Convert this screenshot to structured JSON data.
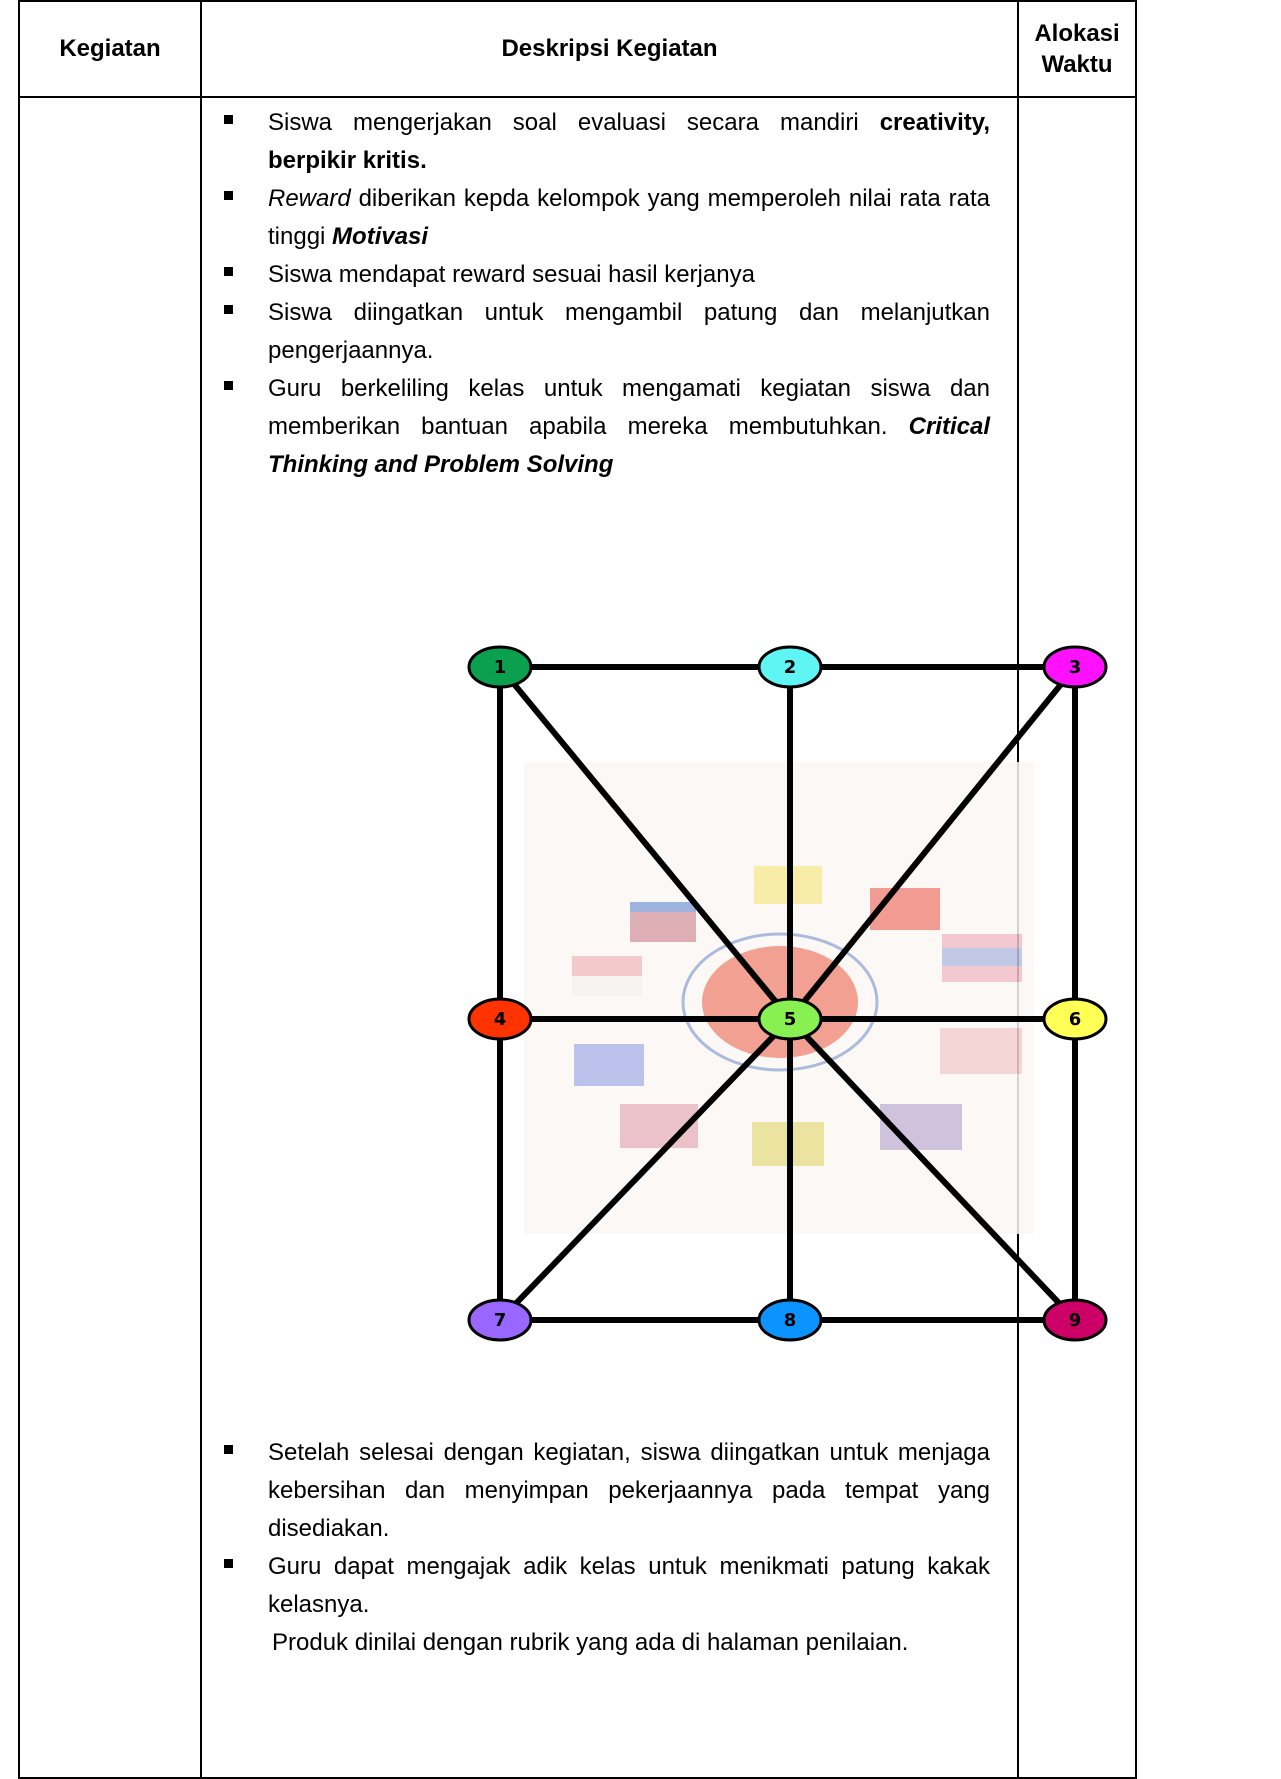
{
  "table": {
    "headers": [
      "Kegiatan",
      "Deskripsi Kegiatan",
      "Alokasi",
      "Waktu"
    ]
  },
  "bullets_top": [
    {
      "parts": [
        {
          "t": "Siswa mengerjakan soal evaluasi secara mandiri "
        },
        {
          "t": "creativity, berpikir kritis.",
          "s": "b"
        }
      ]
    },
    {
      "parts": [
        {
          "t": "Reward",
          "s": "i"
        },
        {
          "t": " diberikan kepda kelompok yang memperoleh nilai rata rata tinggi "
        },
        {
          "t": "Motivasi",
          "s": "bi"
        }
      ]
    },
    {
      "parts": [
        {
          "t": "Siswa mendapat reward sesuai hasil kerjanya"
        }
      ]
    },
    {
      "parts": [
        {
          "t": "Siswa diingatkan untuk mengambil patung dan melanjutkan pengerjaannya."
        }
      ]
    },
    {
      "parts": [
        {
          "t": "Guru berkeliling kelas untuk mengamati kegiatan siswa dan memberikan bantuan apabila mereka membutuhkan. "
        },
        {
          "t": "Critical Thinking and Problem Solving",
          "s": "bi"
        }
      ]
    }
  ],
  "diagram": {
    "nodes": [
      {
        "label": "1",
        "color": "#0aa050"
      },
      {
        "label": "2",
        "color": "#5ff5f5"
      },
      {
        "label": "3",
        "color": "#ff10ff"
      },
      {
        "label": "4",
        "color": "#ff3300"
      },
      {
        "label": "5",
        "color": "#88f050"
      },
      {
        "label": "6",
        "color": "#ffff55"
      },
      {
        "label": "7",
        "color": "#9966ff"
      },
      {
        "label": "8",
        "color": "#0b93ff"
      },
      {
        "label": "9",
        "color": "#cc0066"
      }
    ],
    "background_description_colors": {
      "asean_red": "#e85a3c",
      "asean_blue": "#1a4fa0"
    }
  },
  "bullets_bottom": [
    {
      "parts": [
        {
          "t": "Setelah selesai dengan kegiatan, siswa diingatkan untuk menjaga kebersihan dan menyimpan pekerjaannya pada tempat yang disediakan."
        }
      ]
    },
    {
      "parts": [
        {
          "t": "Guru dapat mengajak adik kelas untuk menikmati patung kakak kelasnya."
        }
      ]
    },
    {
      "parts": [
        {
          "t": "Produk dinilai dengan rubrik yang ada di halaman penilaian."
        }
      ],
      "nobullet": true
    }
  ]
}
